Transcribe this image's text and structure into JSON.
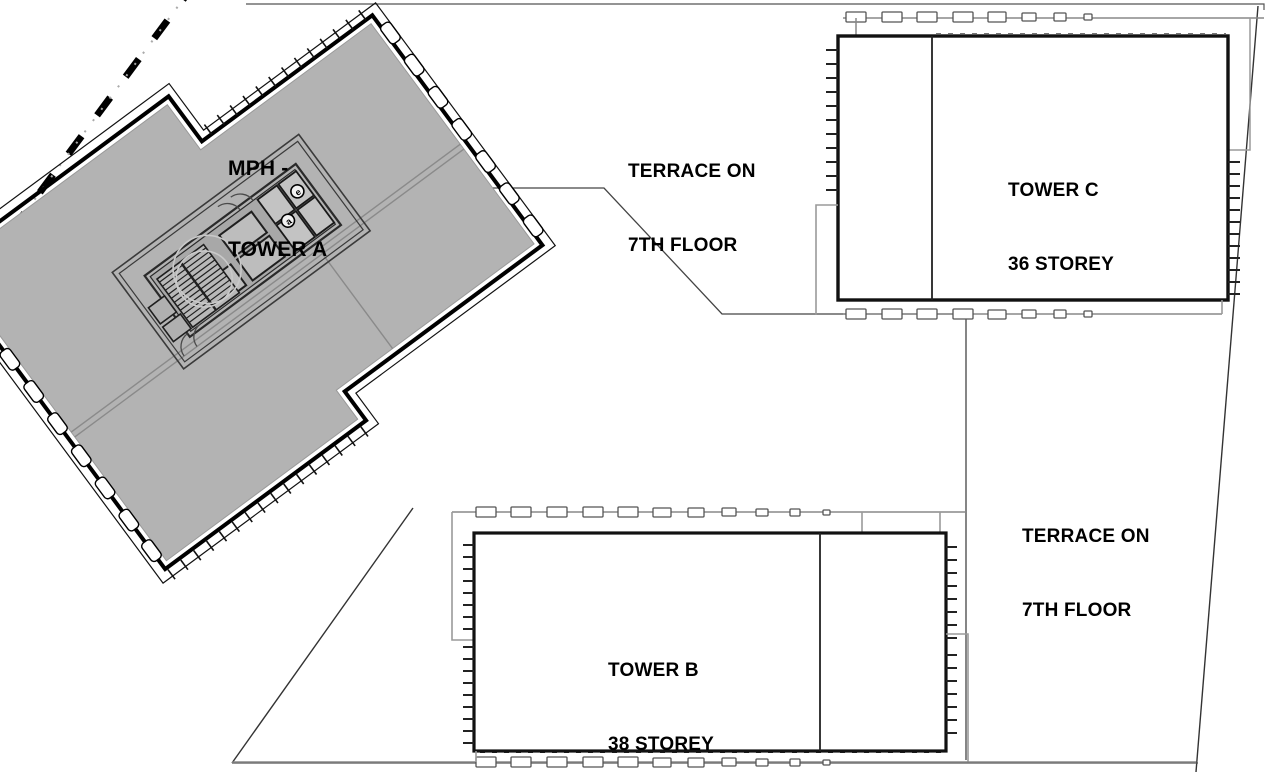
{
  "drawing": {
    "title": "Seventh Floor Terrace Level Site Plan",
    "background_color": "#ffffff",
    "line_color": "#000000",
    "secondary_line_color": "#808080",
    "tower_a_fill": "#b3b3b3"
  },
  "labels": {
    "tower_a": {
      "line1": "MPH -",
      "line2": "TOWER A"
    },
    "tower_c": {
      "line1": "TOWER C",
      "line2": "36 STOREY"
    },
    "tower_b": {
      "line1": "TOWER B",
      "line2": "38 STOREY"
    },
    "terrace_north": {
      "line1": "TERRACE ON",
      "line2": "7TH FLOOR"
    },
    "terrace_east": {
      "line1": "TERRACE ON",
      "line2": "7TH FLOOR"
    }
  },
  "elements": {
    "property_boundary": "dash-dot property line",
    "tower_a_block": "rotated gray shaded multipurpose hall block",
    "tower_a_core": "rotated service core with stairs and lifts",
    "tower_c_block": "rectangular tower outline with interior partition",
    "tower_b_block": "rectangular tower outline with interior partition",
    "terrace_outline": "stepped terrace slab edge polyline",
    "balcony_markers": "repeated rectangular balcony / planter markers",
    "edge_ticks": "hatched tick marks along building envelope edges"
  }
}
